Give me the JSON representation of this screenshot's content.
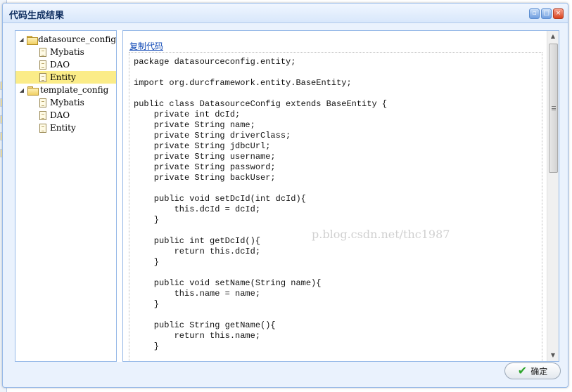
{
  "window": {
    "title": "代码生成结果",
    "buttons": {
      "minimize": "▫",
      "maximize": "□",
      "close": "×"
    }
  },
  "tree": {
    "nodes": [
      {
        "label": "datasource_config",
        "type": "folder",
        "expanded": true
      },
      {
        "label": "Mybatis",
        "type": "file"
      },
      {
        "label": "DAO",
        "type": "file"
      },
      {
        "label": "Entity",
        "type": "file",
        "selected": true
      },
      {
        "label": "template_config",
        "type": "folder",
        "expanded": true
      },
      {
        "label": "Mybatis",
        "type": "file"
      },
      {
        "label": "DAO",
        "type": "file"
      },
      {
        "label": "Entity",
        "type": "file"
      }
    ],
    "toggle_glyph": "◢"
  },
  "code": {
    "copy_label": "复制代码",
    "text": "package datasourceconfig.entity;\n\nimport org.durcframework.entity.BaseEntity;\n\npublic class DatasourceConfig extends BaseEntity {\n    private int dcId;\n    private String name;\n    private String driverClass;\n    private String jdbcUrl;\n    private String username;\n    private String password;\n    private String backUser;\n\n    public void setDcId(int dcId){\n        this.dcId = dcId;\n    }\n\n    public int getDcId(){\n        return this.dcId;\n    }\n\n    public void setName(String name){\n        this.name = name;\n    }\n\n    public String getName(){\n        return this.name;\n    }",
    "watermark": "p.blog.csdn.net/thc1987"
  },
  "scrollbar": {
    "up": "▲",
    "down": "▼"
  },
  "footer": {
    "ok_label": "确定",
    "ok_icon": "✔"
  },
  "colors": {
    "border": "#95b8e7",
    "selected": "#fbec88",
    "link": "#0e47b5"
  }
}
